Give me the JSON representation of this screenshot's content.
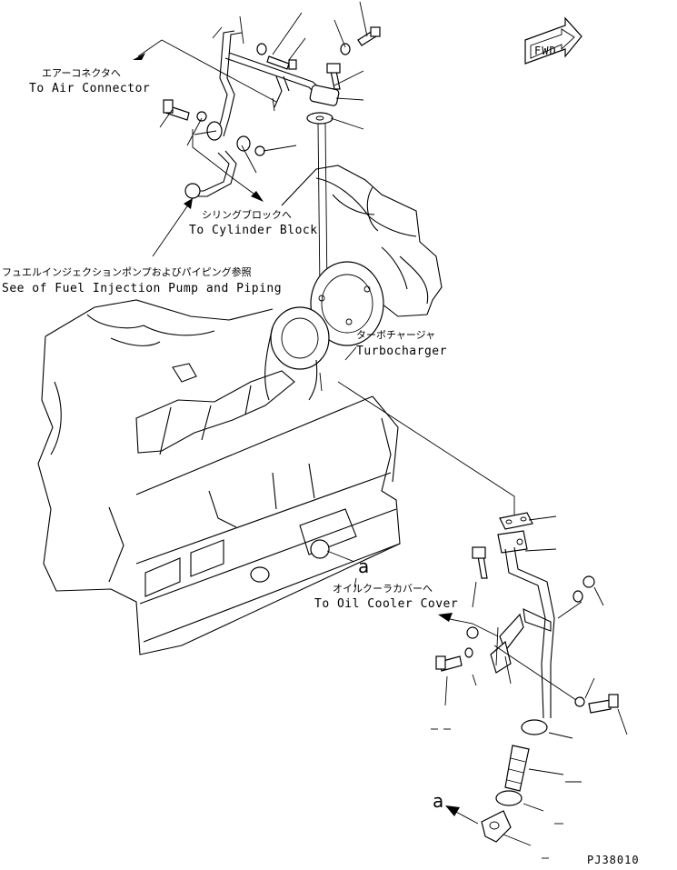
{
  "fwd_badge": "FWD",
  "labels": {
    "air_connector_jp": "エアーコネクタへ",
    "air_connector_en": "To Air Connector",
    "cylinder_block_jp": "シリングブロックへ",
    "cylinder_block_en": "To Cylinder Block",
    "fuel_injection_jp": "フュエルインジェクションポンプおよびパイピング参照",
    "fuel_injection_en": "See of Fuel Injection Pump and Piping",
    "turbo_jp": "ターボチャージャ",
    "turbo_en": "Turbocharger",
    "oil_cooler_jp": "オイルクーラカバーへ",
    "oil_cooler_en": "To Oil Cooler Cover",
    "marker_a_engine": "a",
    "marker_a_fitting": "a"
  },
  "drawing_code": "PJ38010"
}
